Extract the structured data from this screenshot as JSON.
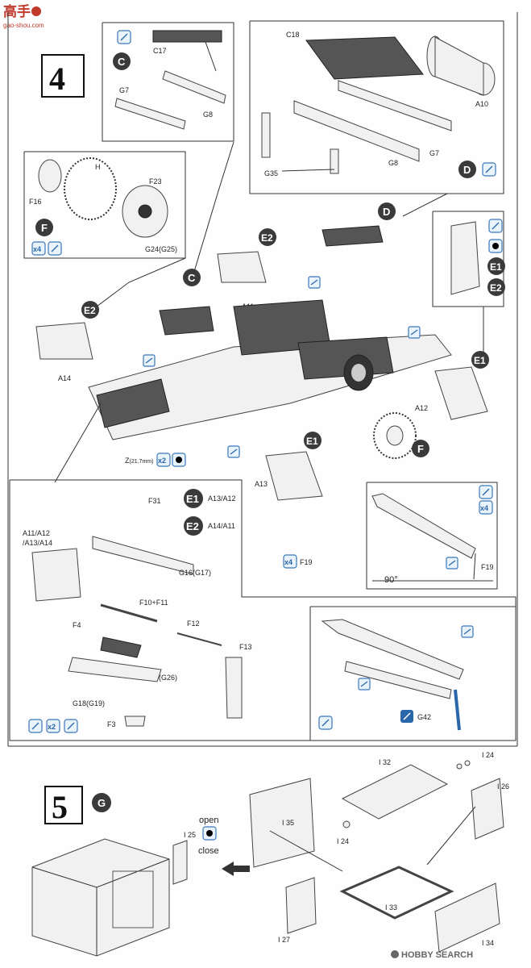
{
  "watermark_top": {
    "chinese": "高手",
    "site": "gao-shou.com"
  },
  "watermark_bottom": "HOBBY SEARCH",
  "steps": {
    "four": "4",
    "five": "5"
  },
  "step5_code": "G",
  "letter_codes": {
    "C": "C",
    "D": "D",
    "F": "F",
    "E1": "E1",
    "E2": "E2"
  },
  "icon_labels": {
    "x4": "x4",
    "x2": "x2"
  },
  "parts": {
    "C17": "C17",
    "G7": "G7",
    "G8": "G8",
    "C18": "C18",
    "A10": "A10",
    "G35": "G35",
    "H": "H",
    "F23": "F23",
    "F16": "F16",
    "G24": "G24(G25)",
    "A11": "A11",
    "A14": "A14",
    "A12": "A12",
    "A13": "A13",
    "Z": "Z",
    "Z_sub": "(21.7mm)",
    "F31": "F31",
    "A_group": "A11/A12",
    "A_group2": "/A13/A14",
    "E1_pair": "A13/A12",
    "E2_pair": "A14/A11",
    "G16": "G16(G17)",
    "F10": "F10+F11",
    "F4": "F4",
    "F12": "F12",
    "F13": "F13",
    "G27": "G27(G26)",
    "G18": "G18(G19)",
    "F3": "F3",
    "F19": "F19",
    "angle": "90°",
    "G42": "G42",
    "I32": "I 32",
    "I24": "I 24",
    "I26": "I 26",
    "I35": "I 35",
    "I25": "I 25",
    "I33": "I 33",
    "I27": "I 27",
    "I34": "I 34"
  },
  "open_close": {
    "open": "open",
    "close": "close"
  },
  "colors": {
    "accent_blue": "#2a67aa",
    "circle_fill": "#3a3a3a",
    "line": "#333333"
  }
}
